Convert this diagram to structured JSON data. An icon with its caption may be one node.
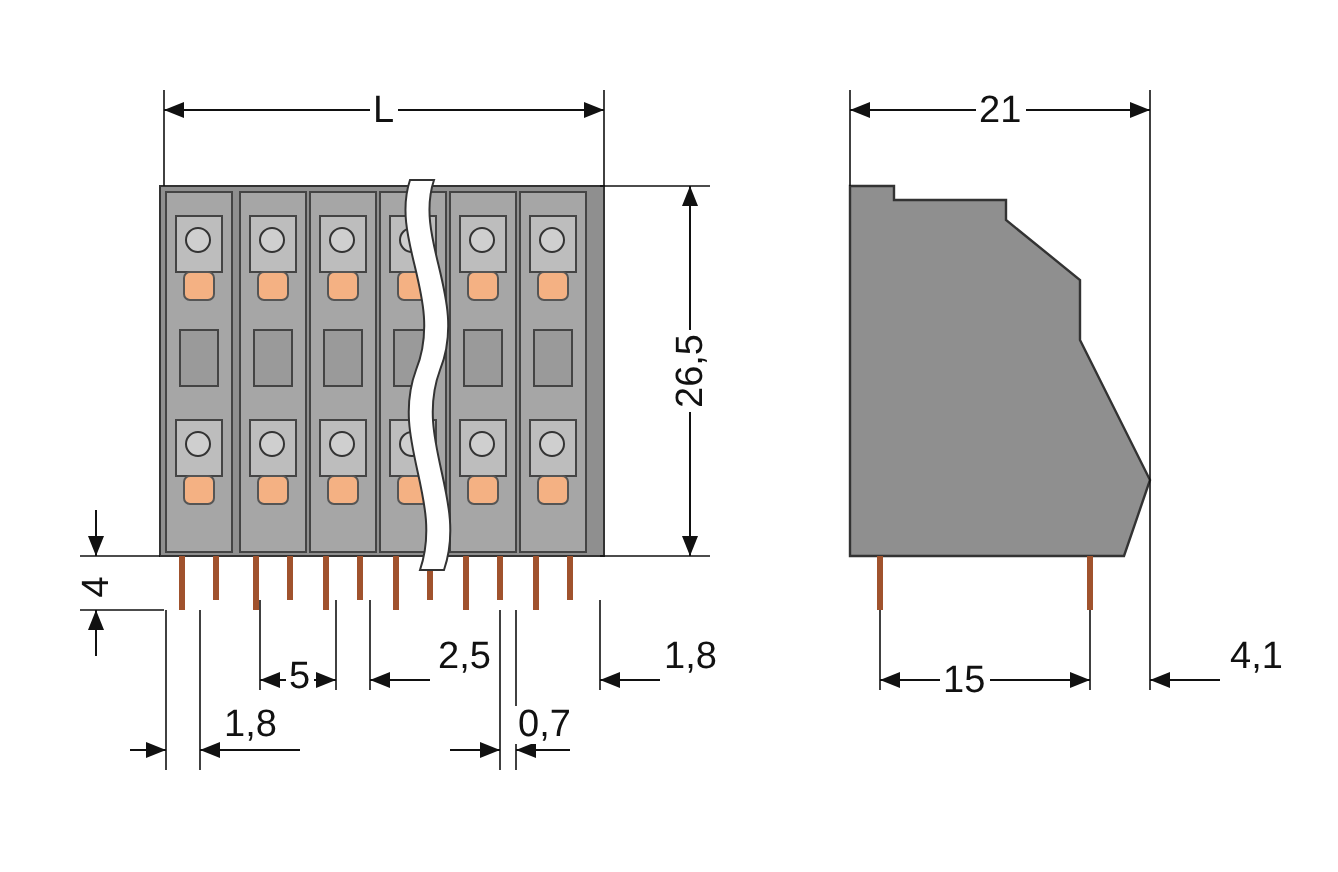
{
  "diagram": {
    "labels": [
      "L",
      "21",
      "26,5",
      "4",
      "5",
      "2,5",
      "1,8",
      "15",
      "4,1",
      "1,8",
      "0,7"
    ]
  }
}
